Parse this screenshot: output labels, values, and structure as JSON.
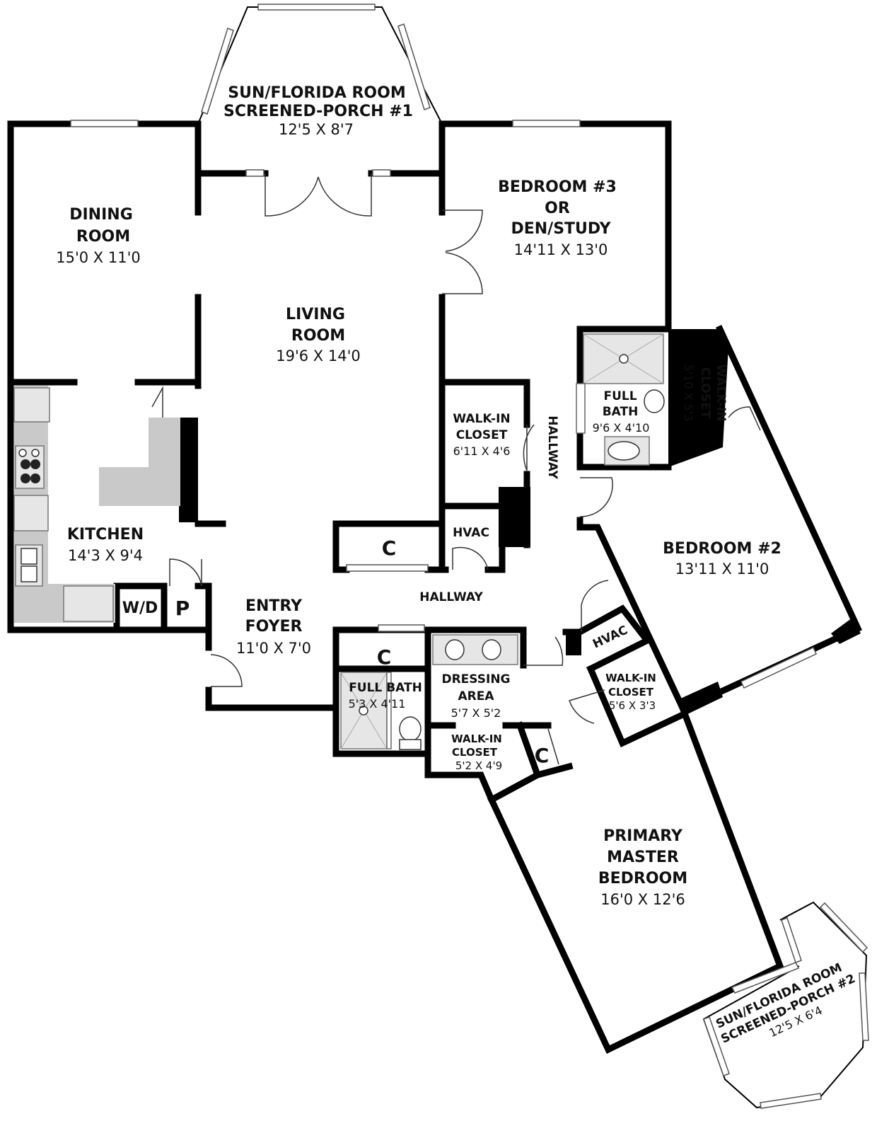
{
  "rooms": {
    "sun1": {
      "name1": "SUN/FLORIDA ROOM",
      "name2": "SCREENED-PORCH #1",
      "dim": "12'5 X 8'7"
    },
    "dining": {
      "name1": "DINING",
      "name2": "ROOM",
      "dim": "15'0 X 11'0"
    },
    "living": {
      "name1": "LIVING",
      "name2": "ROOM",
      "dim": "19'6 X 14'0"
    },
    "bed3": {
      "name1": "BEDROOM #3",
      "name2": "OR",
      "name3": "DEN/STUDY",
      "dim": "14'11 X 13'0"
    },
    "kitchen": {
      "name": "KITCHEN",
      "dim": "14'3 X 9'4"
    },
    "wd": {
      "name": "W/D"
    },
    "pantry": {
      "name": "P"
    },
    "entry": {
      "name1": "ENTRY",
      "name2": "FOYER",
      "dim": "11'0 X 7'0"
    },
    "wic1": {
      "name1": "WALK-IN",
      "name2": "CLOSET",
      "dim": "6'11 X 4'6"
    },
    "hallway_v": {
      "name": "HALLWAY"
    },
    "hallway_h": {
      "name": "HALLWAY"
    },
    "hvac1": {
      "name": "HVAC"
    },
    "closet1": {
      "name": "C"
    },
    "fullbath1": {
      "name1": "FULL",
      "name2": "BATH",
      "dim": "9'6 X 4'10"
    },
    "wic2": {
      "name1": "WALK-IN",
      "name2": "CLOSET",
      "dim": "5'10 X 5'3"
    },
    "bed2": {
      "name": "BEDROOM #2",
      "dim": "13'11 X 11'0"
    },
    "closet2": {
      "name": "C"
    },
    "fullbath2": {
      "name": "FULL BATH",
      "dim": "5'3 X 4'11"
    },
    "dressing": {
      "name1": "DRESSING",
      "name2": "AREA",
      "dim": "5'7 X 5'2"
    },
    "hvac2": {
      "name": "HVAC"
    },
    "wic3": {
      "name1": "WALK-IN",
      "name2": "CLOSET",
      "dim": "5'6 X 3'3"
    },
    "wic4": {
      "name1": "WALK-IN",
      "name2": "CLOSET",
      "dim": "5'2 X 4'9"
    },
    "closet3": {
      "name": "C"
    },
    "master": {
      "name1": "PRIMARY",
      "name2": "MASTER",
      "name3": "BEDROOM",
      "dim": "16'0 X 12'6"
    },
    "sun2": {
      "name1": "SUN/FLORIDA ROOM",
      "name2": "SCREENED-PORCH #2",
      "dim": "12'5 X 6'4"
    }
  }
}
